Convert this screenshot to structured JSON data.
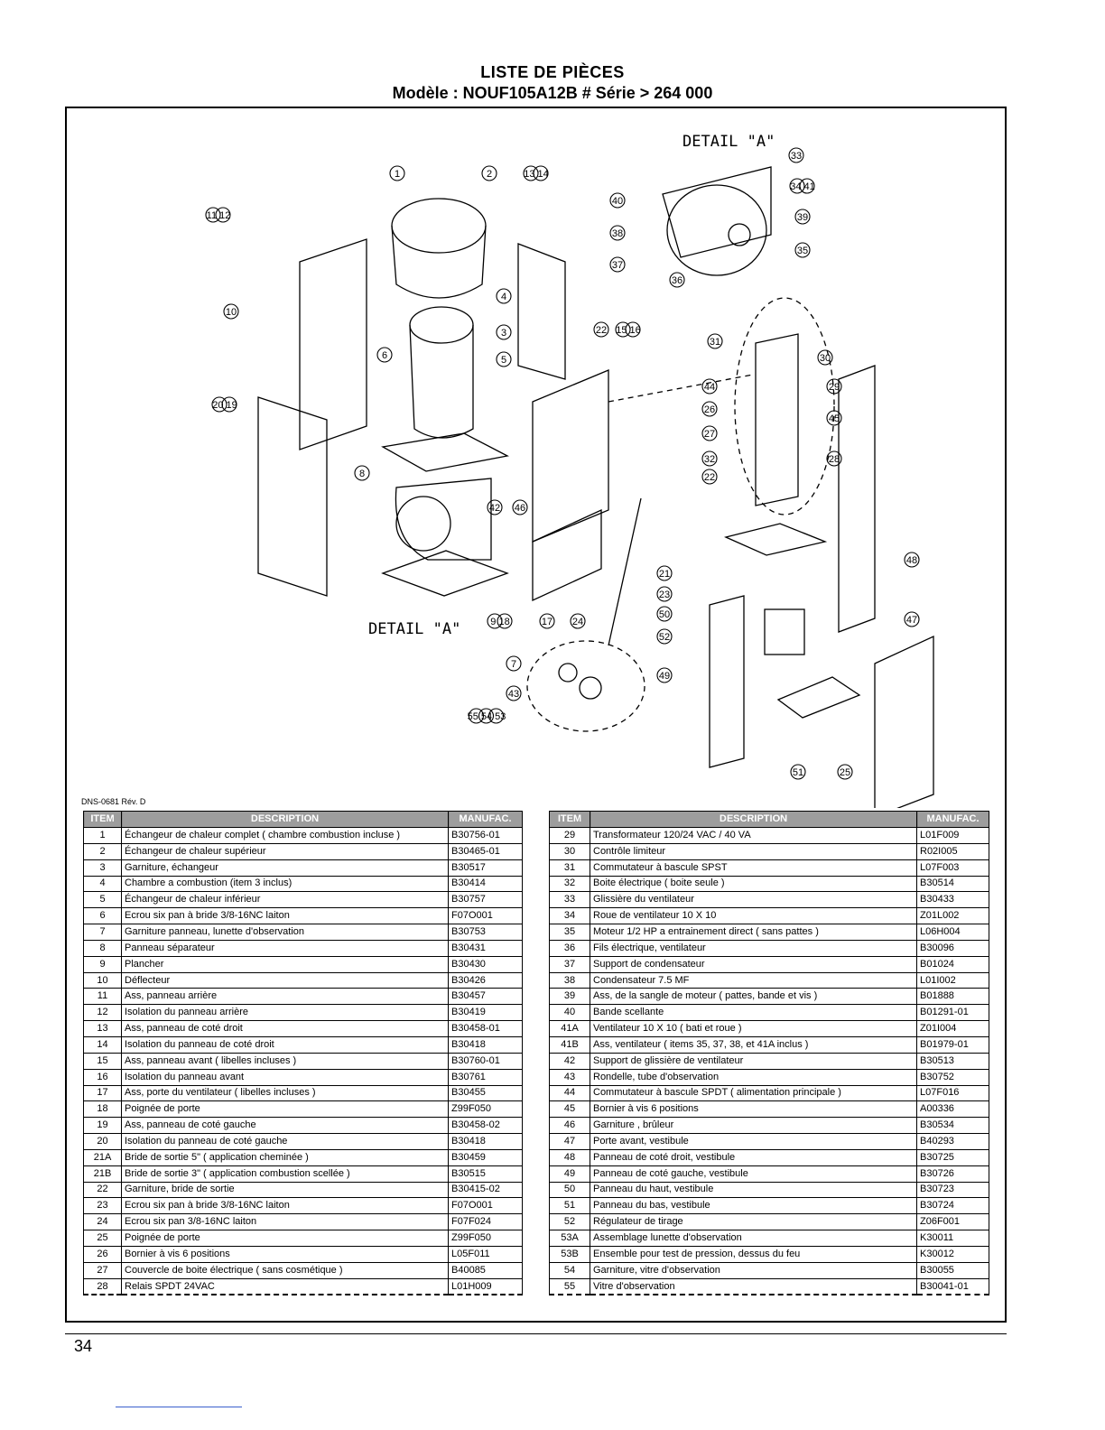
{
  "header": {
    "title": "LISTE DE PIÈCES",
    "subtitle": "Modèle : NOUF105A12B # Série  > 264 000"
  },
  "diagram": {
    "detail_label": "DETAIL \"A\"",
    "balloons": [
      "1",
      "2",
      "13 14",
      "11 12",
      "10",
      "6",
      "4",
      "3",
      "5",
      "8",
      "20 19",
      "42",
      "46",
      "22",
      "15 16",
      "9 18",
      "17",
      "24",
      "7",
      "43",
      "55 54 53",
      "21",
      "23",
      "50",
      "52",
      "49",
      "51",
      "25",
      "48",
      "47",
      "31",
      "44",
      "26",
      "27",
      "32",
      "22",
      "30",
      "29",
      "45",
      "28",
      "33",
      "34 41",
      "40",
      "39",
      "38",
      "35",
      "37",
      "36"
    ]
  },
  "doc_ref": "DNS-0681 Rév. D",
  "table_headers": {
    "item": "ITEM",
    "description": "DESCRIPTION",
    "manufac": "MANUFAC."
  },
  "parts_left": [
    {
      "item": "1",
      "desc": "Échangeur de chaleur complet ( chambre combustion incluse )",
      "code": "B30756-01"
    },
    {
      "item": "2",
      "desc": "Échangeur de chaleur supérieur",
      "code": "B30465-01"
    },
    {
      "item": "3",
      "desc": "Garniture, échangeur",
      "code": "B30517"
    },
    {
      "item": "4",
      "desc": "Chambre a combustion (item 3 inclus)",
      "code": "B30414"
    },
    {
      "item": "5",
      "desc": "Échangeur de chaleur inférieur",
      "code": "B30757"
    },
    {
      "item": "6",
      "desc": "Ecrou six pan à bride 3/8-16NC laiton",
      "code": "F07O001"
    },
    {
      "item": "7",
      "desc": "Garniture panneau, lunette d'observation",
      "code": "B30753"
    },
    {
      "item": "8",
      "desc": "Panneau séparateur",
      "code": "B30431"
    },
    {
      "item": "9",
      "desc": "Plancher",
      "code": "B30430"
    },
    {
      "item": "10",
      "desc": "Déflecteur",
      "code": "B30426"
    },
    {
      "item": "11",
      "desc": "Ass, panneau arrière",
      "code": "B30457"
    },
    {
      "item": "12",
      "desc": "Isolation du panneau arrière",
      "code": "B30419"
    },
    {
      "item": "13",
      "desc": "Ass, panneau de coté droit",
      "code": "B30458-01"
    },
    {
      "item": "14",
      "desc": "Isolation du panneau de coté droit",
      "code": "B30418"
    },
    {
      "item": "15",
      "desc": "Ass, panneau avant ( libelles incluses )",
      "code": "B30760-01"
    },
    {
      "item": "16",
      "desc": "Isolation du panneau avant",
      "code": "B30761"
    },
    {
      "item": "17",
      "desc": "Ass, porte du ventilateur ( libelles incluses )",
      "code": "B30455"
    },
    {
      "item": "18",
      "desc": "Poignée de porte",
      "code": "Z99F050"
    },
    {
      "item": "19",
      "desc": "Ass, panneau de coté gauche",
      "code": "B30458-02"
    },
    {
      "item": "20",
      "desc": "Isolation du panneau de coté gauche",
      "code": "B30418"
    },
    {
      "item": "21A",
      "desc": "Bride de sortie 5\" ( application cheminée )",
      "code": "B30459"
    },
    {
      "item": "21B",
      "desc": "Bride de sortie 3\" ( application combustion scellée )",
      "code": "B30515"
    },
    {
      "item": "22",
      "desc": "Garniture, bride de sortie",
      "code": "B30415-02"
    },
    {
      "item": "23",
      "desc": "Ecrou six pan à bride 3/8-16NC laiton",
      "code": "F07O001"
    },
    {
      "item": "24",
      "desc": "Ecrou six pan  3/8-16NC laiton",
      "code": "F07F024"
    },
    {
      "item": "25",
      "desc": "Poignée de porte",
      "code": "Z99F050"
    },
    {
      "item": "26",
      "desc": "Bornier à vis 6 positions",
      "code": "L05F011"
    },
    {
      "item": "27",
      "desc": "Couvercle de boite électrique ( sans cosmétique )",
      "code": "B40085"
    },
    {
      "item": "28",
      "desc": "Relais SPDT 24VAC",
      "code": "L01H009"
    }
  ],
  "parts_right": [
    {
      "item": "29",
      "desc": "Transformateur 120/24 VAC / 40 VA",
      "code": "L01F009"
    },
    {
      "item": "30",
      "desc": "Contrôle limiteur",
      "code": "R02I005"
    },
    {
      "item": "31",
      "desc": "Commutateur à bascule SPST",
      "code": "L07F003"
    },
    {
      "item": "32",
      "desc": "Boite électrique ( boite seule )",
      "code": "B30514"
    },
    {
      "item": "33",
      "desc": "Glissière du ventilateur",
      "code": "B30433"
    },
    {
      "item": "34",
      "desc": "Roue de ventilateur 10 X 10",
      "code": "Z01L002"
    },
    {
      "item": "35",
      "desc": "Moteur 1/2 HP a entrainement direct ( sans pattes )",
      "code": "L06H004"
    },
    {
      "item": "36",
      "desc": "Fils électrique, ventilateur",
      "code": "B30096"
    },
    {
      "item": "37",
      "desc": "Support de condensateur",
      "code": "B01024"
    },
    {
      "item": "38",
      "desc": "Condensateur 7.5 MF",
      "code": "L01I002"
    },
    {
      "item": "39",
      "desc": "Ass, de la sangle de moteur ( pattes, bande et vis )",
      "code": "B01888"
    },
    {
      "item": "40",
      "desc": "Bande scellante",
      "code": "B01291-01"
    },
    {
      "item": "41A",
      "desc": "Ventilateur 10 X 10 ( bati et roue )",
      "code": "Z01I004"
    },
    {
      "item": "41B",
      "desc": "Ass, ventilateur ( items 35, 37, 38, et 41A inclus )",
      "code": "B01979-01"
    },
    {
      "item": "42",
      "desc": "Support de glissière de ventilateur",
      "code": "B30513"
    },
    {
      "item": "43",
      "desc": "Rondelle, tube d'observation",
      "code": "B30752"
    },
    {
      "item": "44",
      "desc": "Commutateur à bascule SPDT ( alimentation principale )",
      "code": "L07F016"
    },
    {
      "item": "45",
      "desc": "Bornier à vis 6 positions",
      "code": "A00336"
    },
    {
      "item": "46",
      "desc": "Garniture , brûleur",
      "code": "B30534"
    },
    {
      "item": "47",
      "desc": "Porte avant, vestibule",
      "code": "B40293"
    },
    {
      "item": "48",
      "desc": "Panneau de coté droit, vestibule",
      "code": "B30725"
    },
    {
      "item": "49",
      "desc": "Panneau de coté gauche, vestibule",
      "code": "B30726"
    },
    {
      "item": "50",
      "desc": "Panneau du haut, vestibule",
      "code": "B30723"
    },
    {
      "item": "51",
      "desc": "Panneau du bas, vestibule",
      "code": "B30724"
    },
    {
      "item": "52",
      "desc": "Régulateur de tirage",
      "code": "Z06F001"
    },
    {
      "item": "53A",
      "desc": "Assemblage lunette d'observation",
      "code": "K30011"
    },
    {
      "item": "53B",
      "desc": "Ensemble pour test de pression, dessus du feu",
      "code": "K30012"
    },
    {
      "item": "54",
      "desc": "Garniture, vitre d'observation",
      "code": "B30055"
    },
    {
      "item": "55",
      "desc": "Vitre d'observation",
      "code": "B30041-01"
    }
  ],
  "page_number": "34"
}
